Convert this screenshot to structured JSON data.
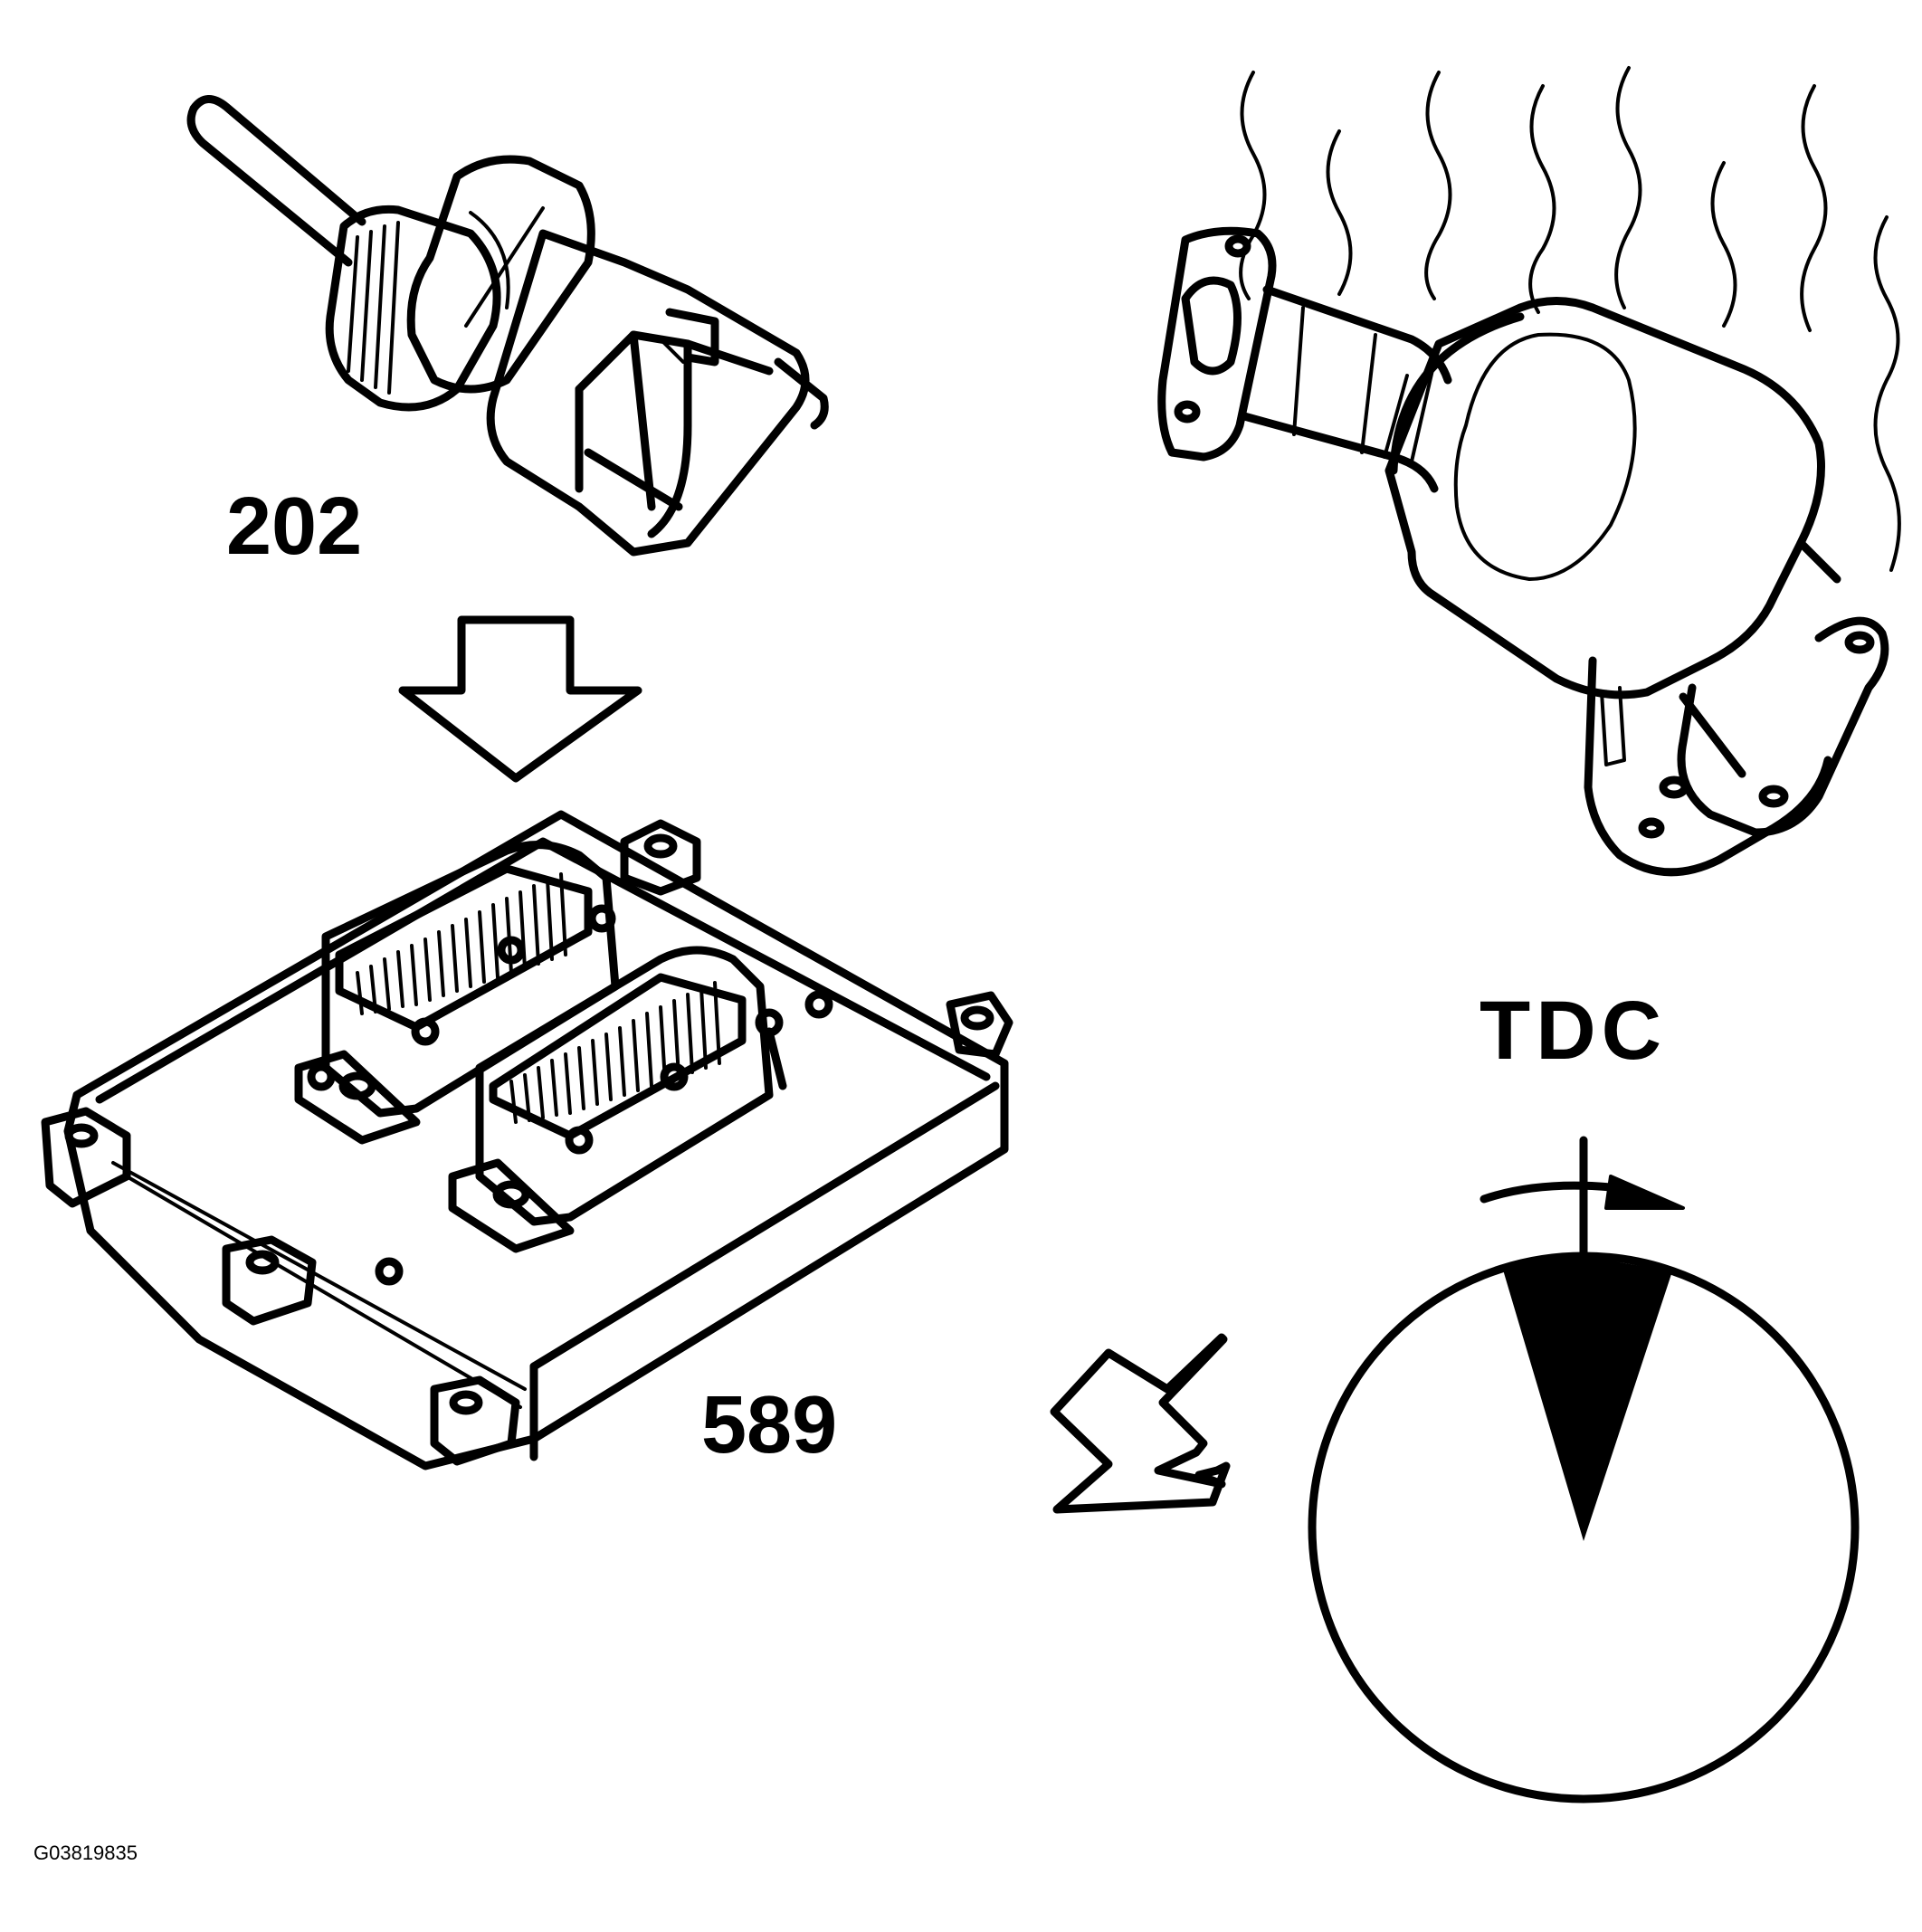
{
  "labels": {
    "sensor": "202",
    "control_module": "589",
    "tdc": "TDC",
    "figure_code": "G03819835"
  },
  "icons": [
    "temperature-sensor-icon",
    "down-arrow-icon",
    "control-module-icon",
    "catalytic-converter-icon",
    "heat-waves-icon",
    "diagonal-arrow-icon",
    "crank-position-dial-icon"
  ]
}
